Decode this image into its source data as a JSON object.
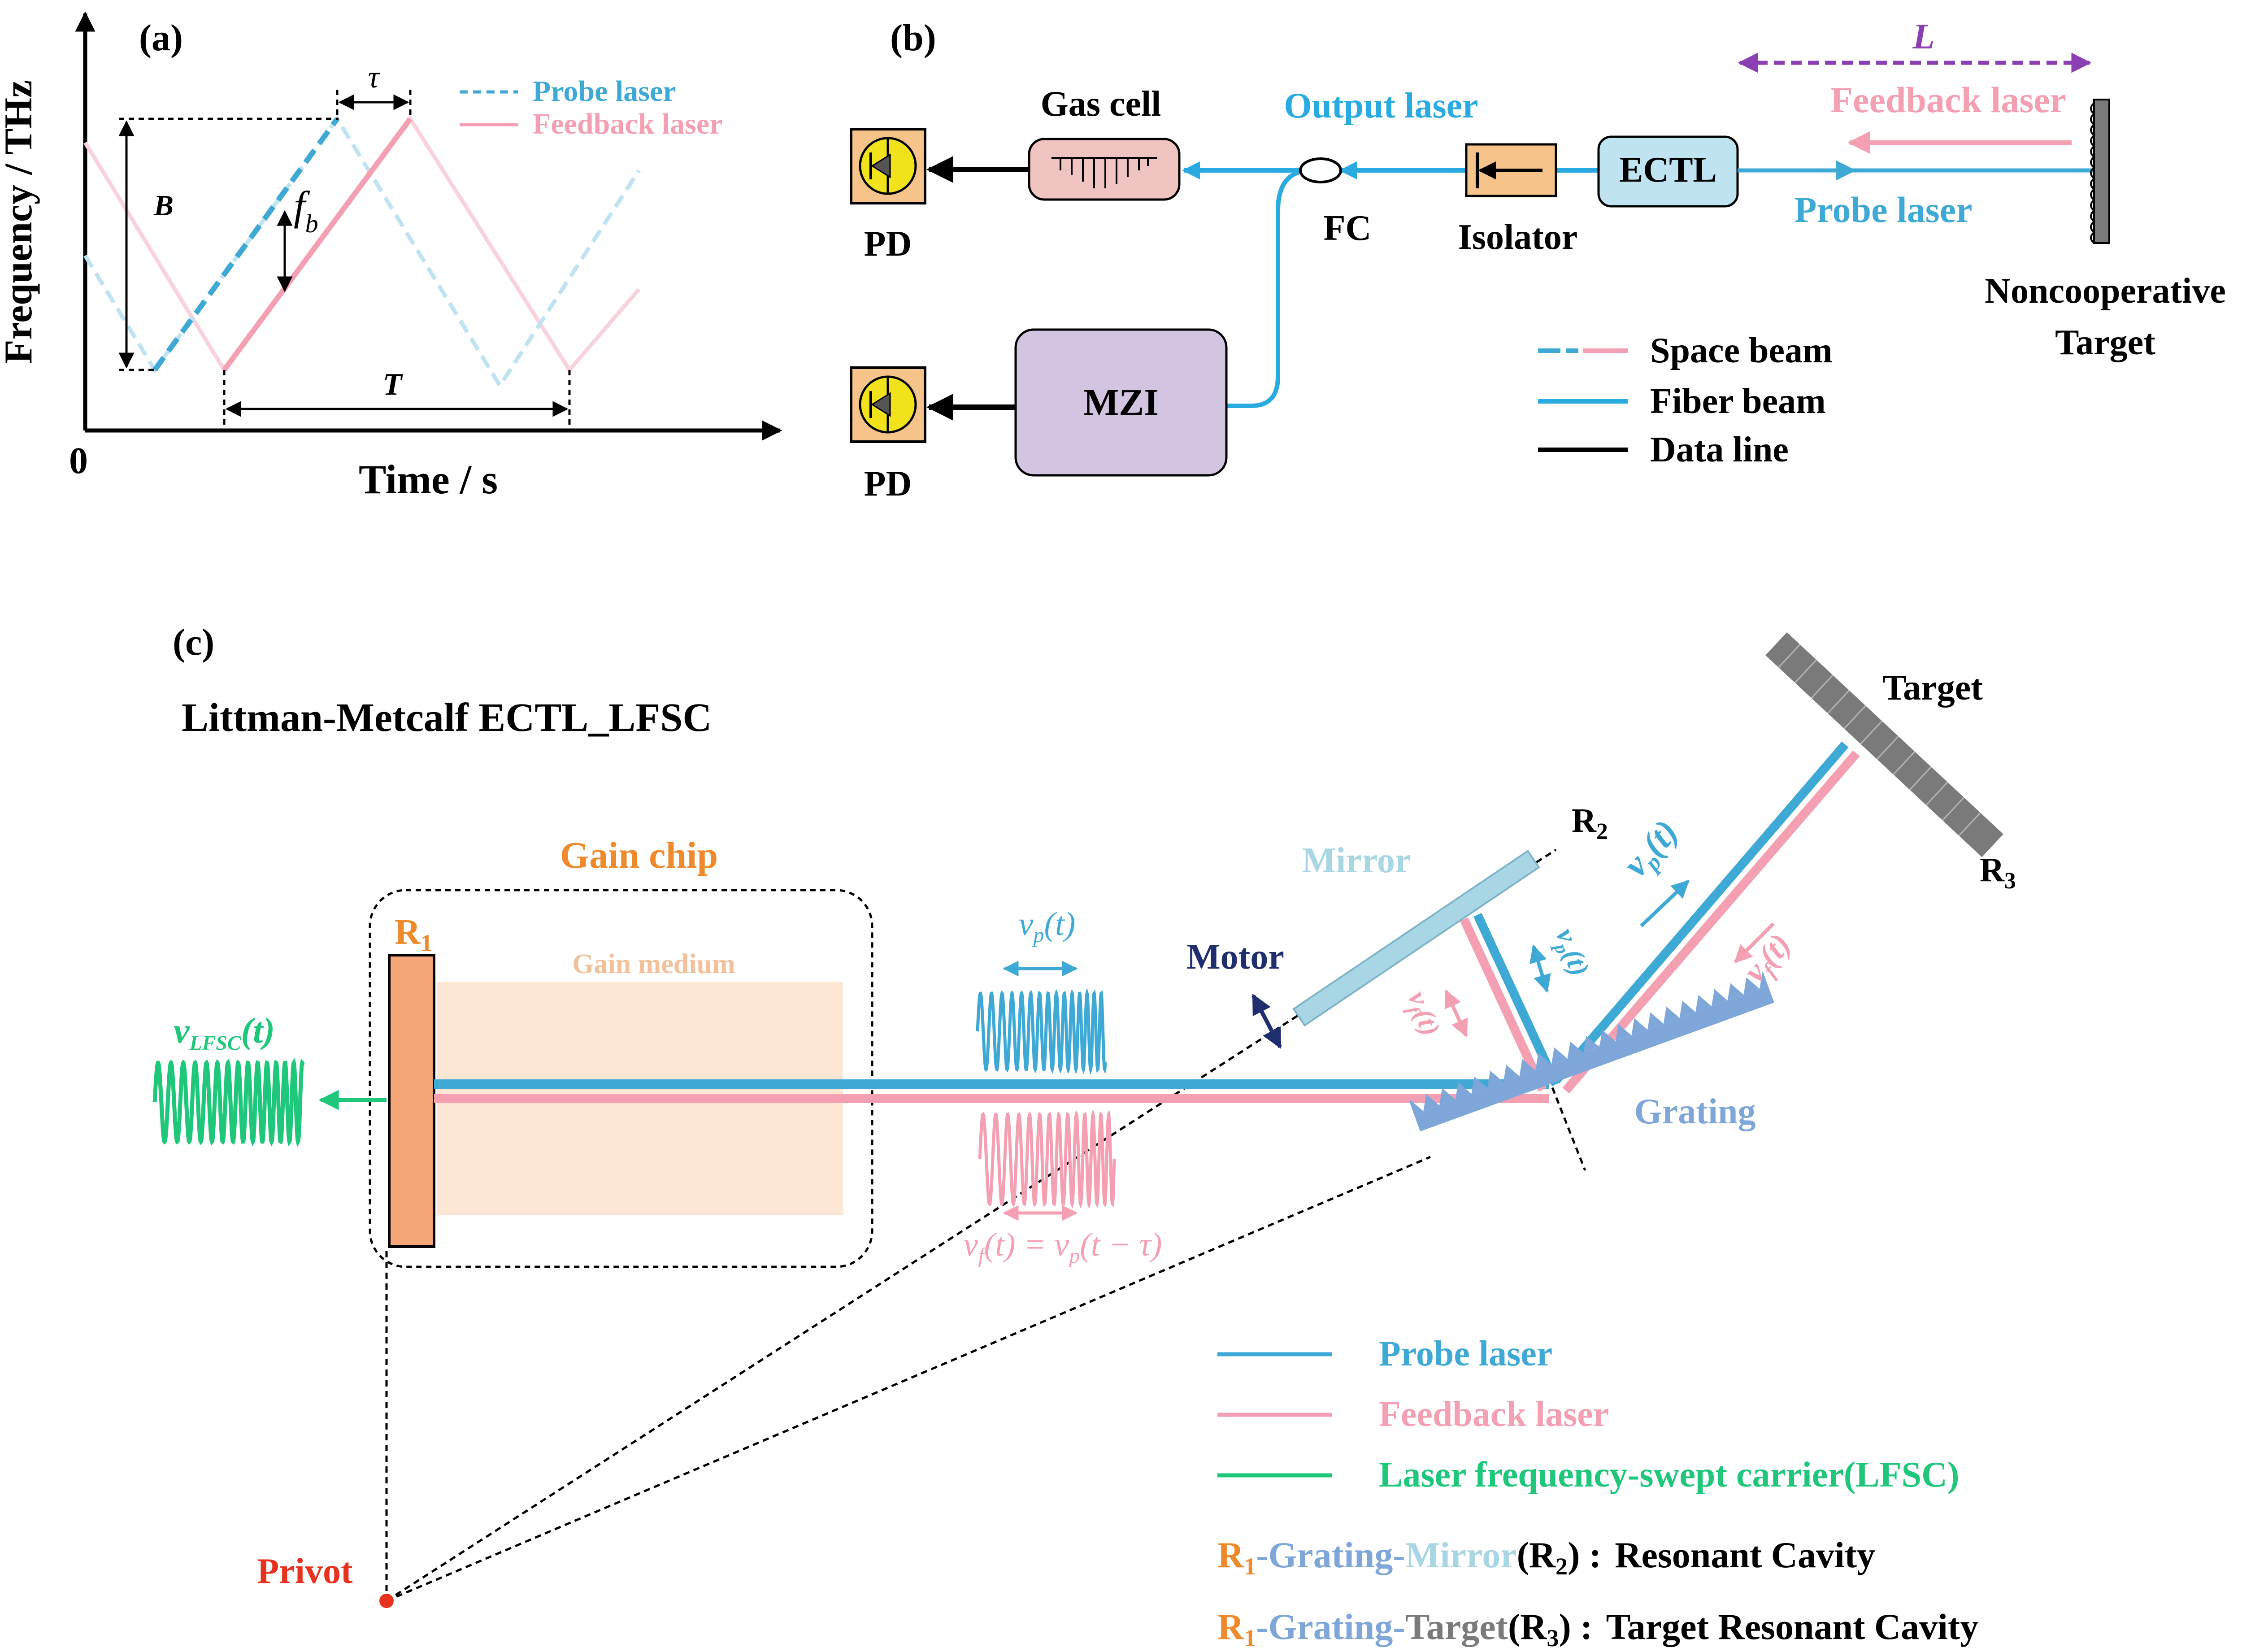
{
  "colors": {
    "probe": "#3fa9d6",
    "probe_light": "#bfe3f1",
    "feedback": "#f4a0b2",
    "feedback_light": "#f9d3dc",
    "fiber": "#29abe2",
    "lfsc": "#1fc77a",
    "gain_chip": "#f6a77a",
    "gain_label": "#ef8a2c",
    "gain_medium": "#fbe7d4",
    "grating": "#7ea6d8",
    "mirror": "#a9d6e5",
    "motor": "#1f2e6e",
    "target": "#7a7a7a",
    "pivot": "#e8321e",
    "purple": "#8b3fb3",
    "pd_fill": "#f6c48a",
    "gas_fill": "#f0c4c0",
    "mzi_fill": "#d3c5e2",
    "ectl_fill": "#bfe3f1",
    "iso_fill": "#f6c48a"
  },
  "panel_a": {
    "label": "(a)",
    "y_axis_label": "Frequency / THz",
    "x_axis_label": "Time / s",
    "origin_label": "0",
    "legend": [
      {
        "name": "Probe laser",
        "style": "dashed",
        "color": "#3fa9d6"
      },
      {
        "name": "Feedback laser",
        "style": "solid",
        "color": "#f4a0b2"
      }
    ],
    "annotations": {
      "bandwidth": "B",
      "delay": "τ",
      "beat_f": "f",
      "beat_sub": "b",
      "period": "T"
    }
  },
  "panel_b": {
    "label": "(b)",
    "pd_top": "PD",
    "pd_bottom": "PD",
    "gas_cell": "Gas cell",
    "output_laser": "Output laser",
    "fc": "FC",
    "isolator": "Isolator",
    "ectl": "ECTL",
    "mzi": "MZI",
    "distance": "L",
    "feedback_laser": "Feedback laser",
    "probe_laser": "Probe laser",
    "target_line1": "Noncooperative",
    "target_line2": "Target",
    "legend": [
      {
        "name": "Space beam",
        "style": "dashed"
      },
      {
        "name": "Fiber beam",
        "style": "solid"
      },
      {
        "name": "Data line",
        "style": "black"
      }
    ]
  },
  "panel_c": {
    "label": "(c)",
    "title": "Littman-Metcalf ECTL_LFSC",
    "gain_chip": "Gain chip",
    "gain_medium": "Gain medium",
    "r1": "R",
    "r1_sub": "1",
    "r2": "R",
    "r2_sub": "2",
    "r3": "R",
    "r3_sub": "3",
    "mirror": "Mirror",
    "motor": "Motor",
    "target": "Target",
    "grating": "Grating",
    "pivot": "Privot",
    "nu_p": "ν",
    "nu_p_sub": "p",
    "nu_p_arg": "(t)",
    "nu_f_eq": "ν",
    "nu_f_sub": "f",
    "nu_f_rest": "(t) = ν",
    "nu_f_rest_sub": "p",
    "nu_f_tail": "(t − τ)",
    "nu_lfsc": "ν",
    "nu_lfsc_sub": "LFSC",
    "nu_lfsc_arg": "(t)",
    "legend": [
      {
        "name": "Probe laser",
        "color": "#3fa9d6"
      },
      {
        "name": "Feedback laser",
        "color": "#f4a0b2"
      },
      {
        "name": "Laser frequency-swept carrier(LFSC)",
        "color": "#1fc77a"
      }
    ],
    "cavity1": {
      "p1": "R",
      "p1_sub": "1",
      "p2": "-Grating-",
      "p3": "Mirror",
      "p4": "(R",
      "p4_sub": "2",
      "p5": ") :",
      "desc": "Resonant Cavity"
    },
    "cavity2": {
      "p1": "R",
      "p1_sub": "1",
      "p2": "-Grating-",
      "p3": "Target",
      "p4": "(R",
      "p4_sub": "3",
      "p5": ") :",
      "desc": "Target Resonant Cavity"
    }
  }
}
